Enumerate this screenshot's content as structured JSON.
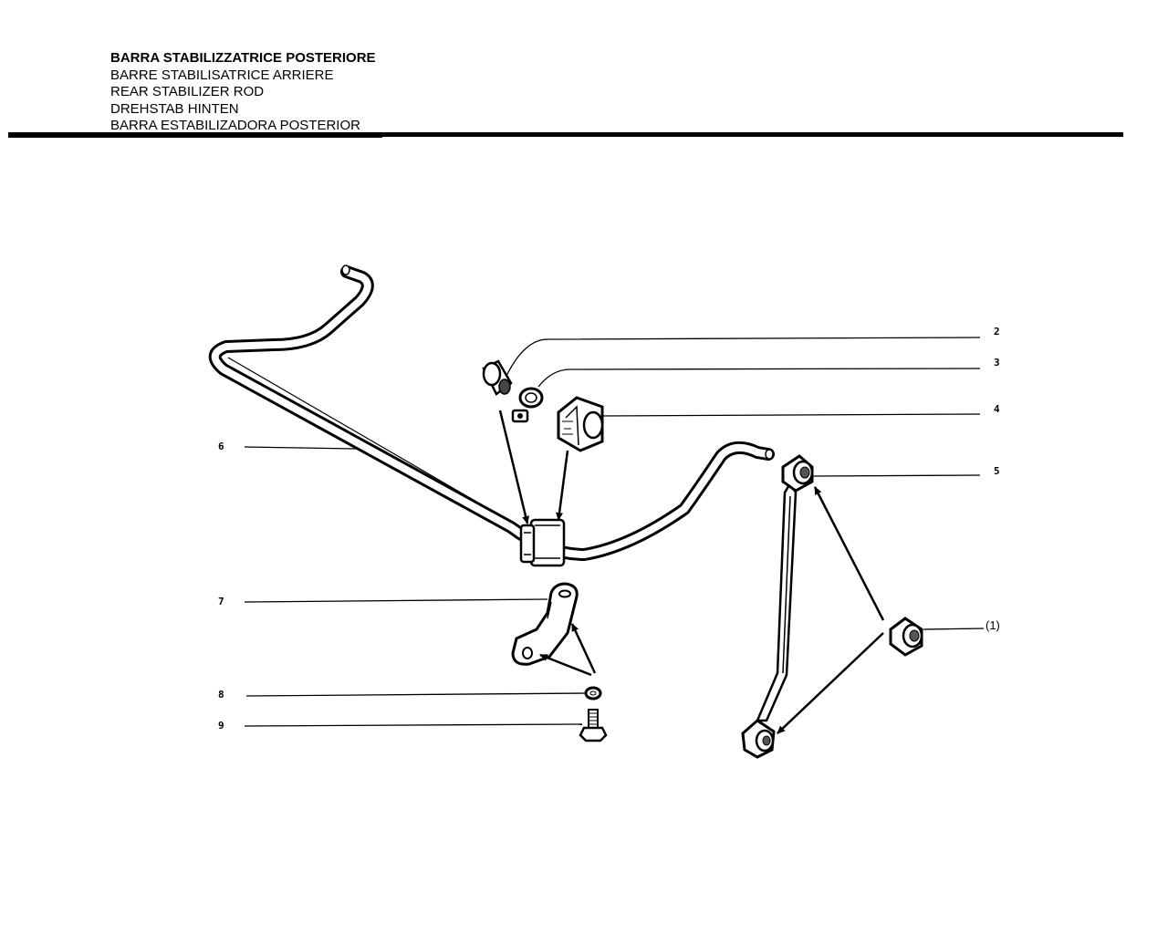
{
  "header": {
    "title_it": "BARRA STABILIZZATRICE POSTERIORE",
    "title_fr": "BARRE STABILISATRICE ARRIERE",
    "title_en": "REAR STABILIZER ROD",
    "title_de": "DREHSTAB HINTEN",
    "title_es": "BARRA ESTABILIZADORA POSTERIOR"
  },
  "callouts": {
    "c2": "2",
    "c3": "3",
    "c4": "4",
    "c5": "5",
    "c6": "6",
    "c7": "7",
    "c8": "8",
    "c9": "9",
    "c1": "(1)"
  }
}
